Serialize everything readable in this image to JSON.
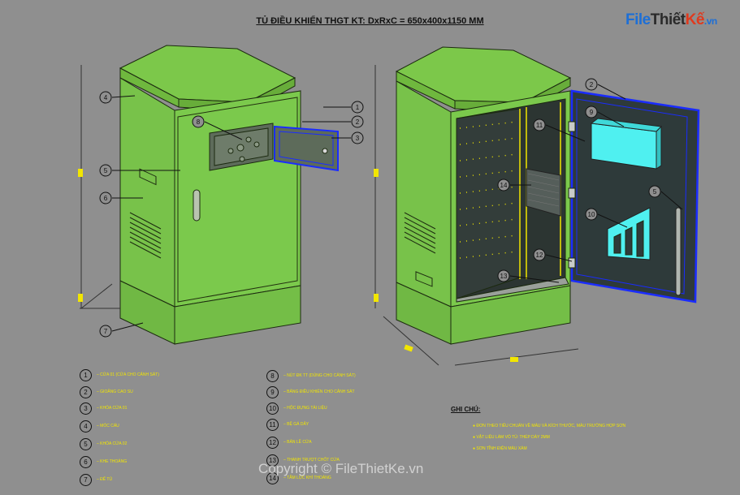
{
  "title": "TỦ ĐIỀU KHIỂN THGT  KT: DxRxC = 650x400x1150 MM",
  "logo": {
    "part1": "File",
    "part2": "Thiết",
    "part3": "Kế",
    "part4": ".vn"
  },
  "callouts_left": [
    "4",
    "5",
    "6",
    "7",
    "8",
    "1",
    "2",
    "3"
  ],
  "callouts_right": [
    "2",
    "9",
    "11",
    "14",
    "5",
    "10",
    "12",
    "13"
  ],
  "legend_left": [
    {
      "num": "1",
      "text": "– CỬA 01 (CỬA CHO CẢNH SÁT)"
    },
    {
      "num": "2",
      "text": "– GIOĂNG CAO SU"
    },
    {
      "num": "3",
      "text": "– KHÓA CỬA 01"
    },
    {
      "num": "4",
      "text": "– MÓC CẨU"
    },
    {
      "num": "5",
      "text": "– KHÓA CỬA 02"
    },
    {
      "num": "6",
      "text": "– KHE THOÁNG"
    },
    {
      "num": "7",
      "text": "– ĐẾ TỦ"
    }
  ],
  "legend_right": [
    {
      "num": "8",
      "text": "– NÚT ĐK TT (DÙNG CHO CẢNH SÁT)"
    },
    {
      "num": "9",
      "text": "– BẢNG ĐIỀU KHIỂN CHO CẢNH SÁT"
    },
    {
      "num": "10",
      "text": "– HỘC ĐỰNG TÀI LIỆU"
    },
    {
      "num": "11",
      "text": "– BỆ GÁ DÂY"
    },
    {
      "num": "12",
      "text": "– BẢN LỀ CỬA"
    },
    {
      "num": "13",
      "text": "– THANH TRƯỢT CHỐT CỬA"
    },
    {
      "num": "14",
      "text": "– TẤM LỌC KHÍ THOÁNG"
    }
  ],
  "notes": {
    "title": "GHI CHÚ:",
    "items": [
      "● ĐƠN THEO TIÊU CHUẨN VỀ MÀU VÀ KÍCH THƯỚC, MÀU TRƯỜNG HỢP SƠN",
      "● VẬT LIỆU LÀM VỎ TỦ: THÉP DÀY 2MM",
      "● SƠN TĨNH ĐIỆN MÀU XÁM"
    ]
  },
  "copyright": "Copyright © FileThietKe.vn",
  "colors": {
    "background": "#8f8f8f",
    "cabinet": "#76bf46",
    "door_panel": "#2e3a3a",
    "accent_blue": "#1a2cff",
    "label_yellow": "#f2e600",
    "cyan_panel": "#4ff0f0"
  }
}
